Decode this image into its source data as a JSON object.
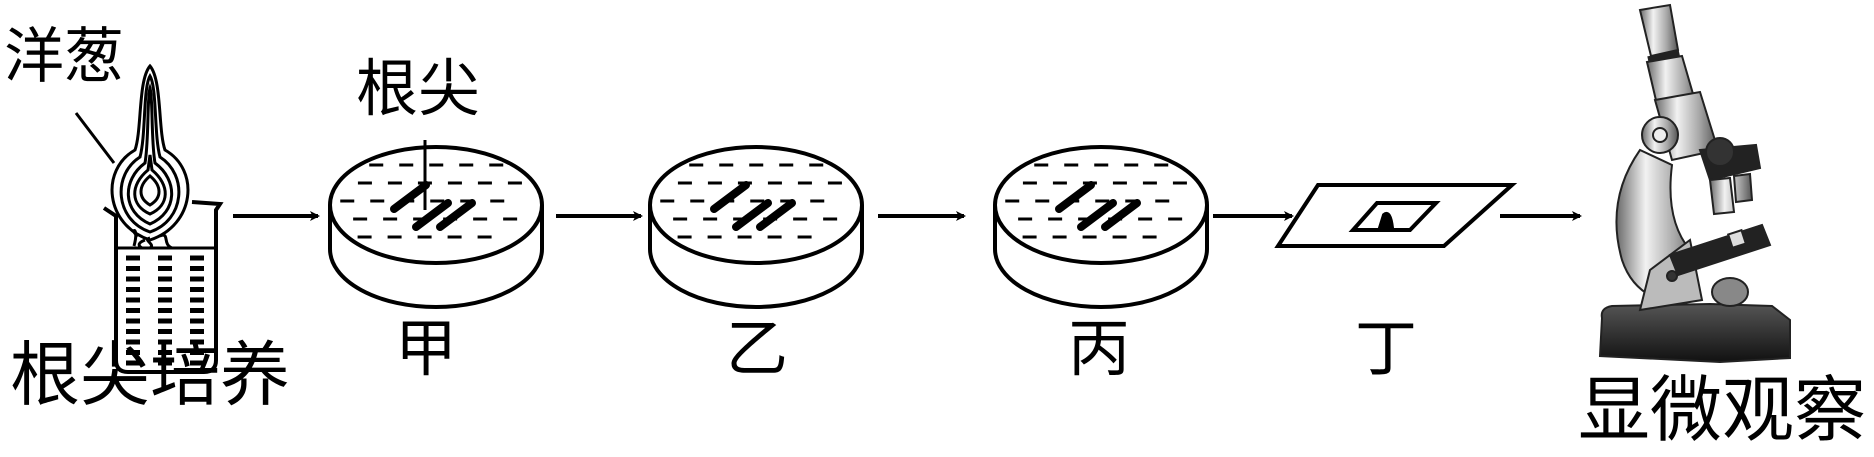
{
  "labels": {
    "onion": "洋葱",
    "root_culture": "根尖培养",
    "root_tip": "根尖",
    "step_jia": "甲",
    "step_yi": "乙",
    "step_bing": "丙",
    "step_ding": "丁",
    "microscope_observation": "显微观察"
  },
  "steps": [
    "根尖培养",
    "甲",
    "乙",
    "丙",
    "丁",
    "显微观察"
  ],
  "colors": {
    "line": "#000000",
    "background": "#ffffff"
  }
}
